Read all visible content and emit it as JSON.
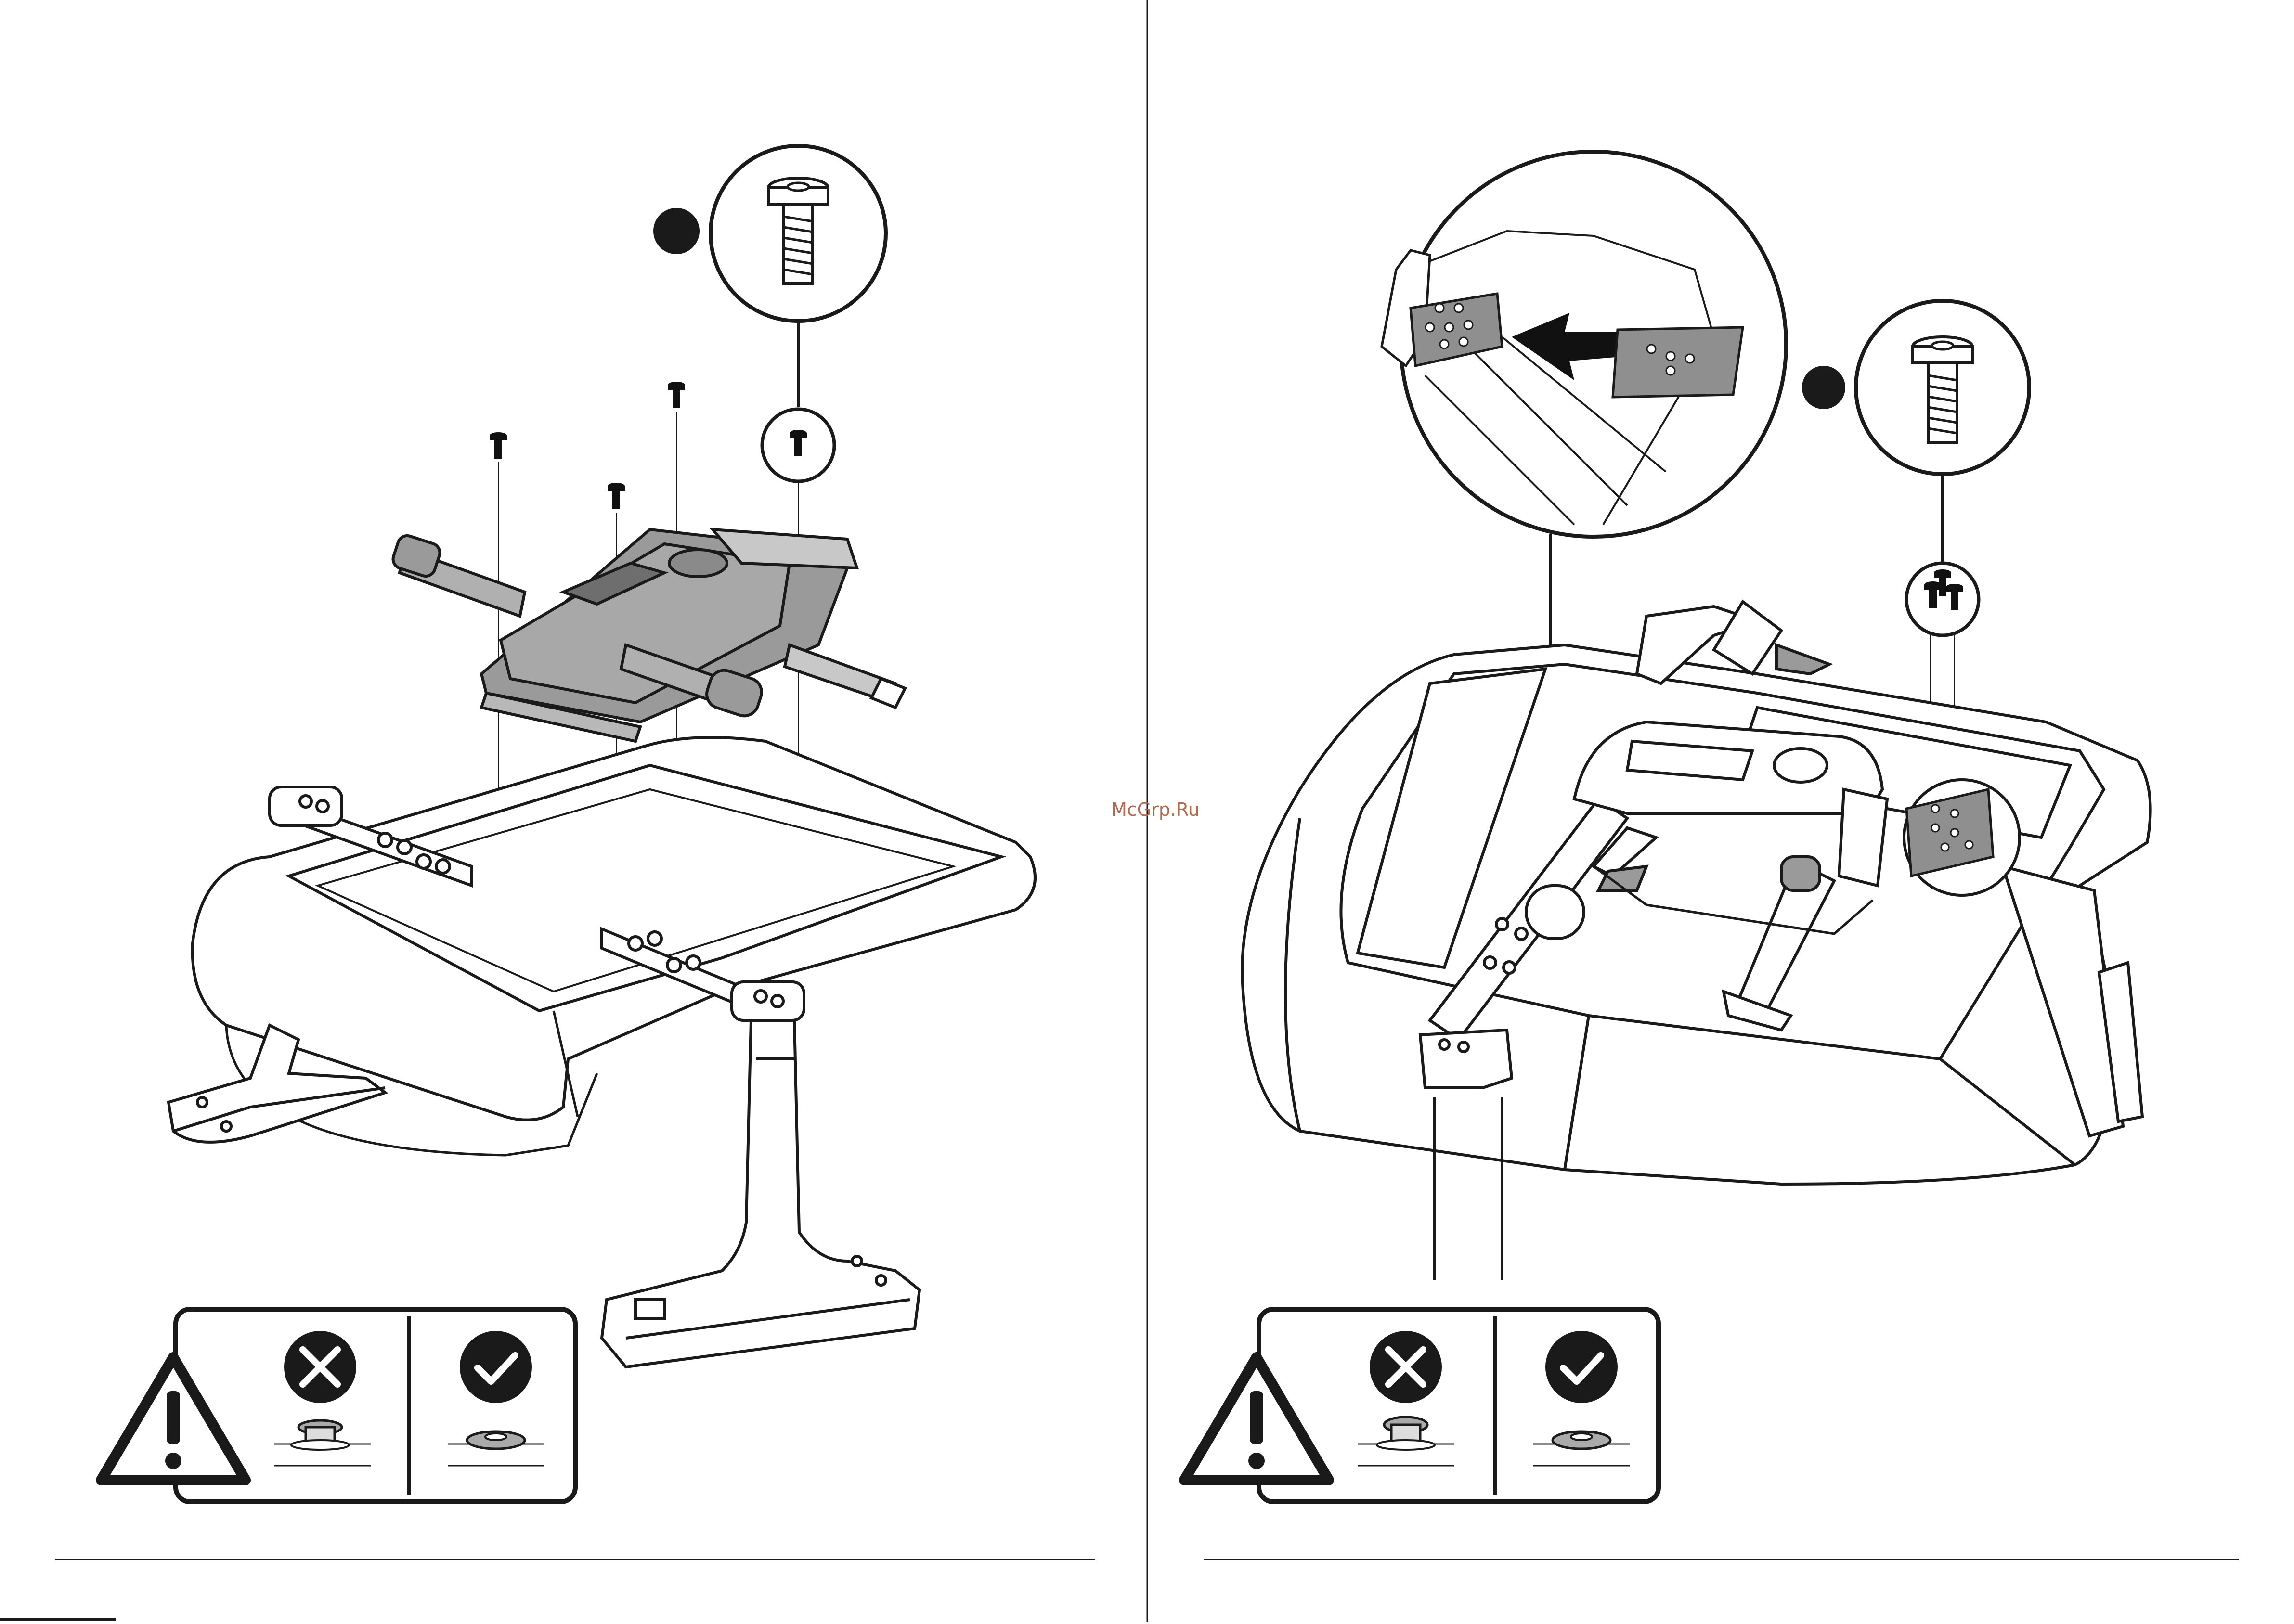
{
  "watermark": {
    "text": "McGrp.Ru"
  },
  "pages": [
    {
      "id": "left",
      "step_marker": "step-marker-circle",
      "warning_badges": [
        "wrong-badge",
        "correct-badge"
      ]
    },
    {
      "id": "right",
      "step_marker": "step-marker-circle",
      "warning_badges": [
        "wrong-badge",
        "correct-badge"
      ]
    }
  ],
  "colors": {
    "line": "#1a1a1a",
    "mechanism_fill": "#9a9a9a",
    "plate_fill": "#8f8f8f",
    "accent": "#b06a50"
  }
}
